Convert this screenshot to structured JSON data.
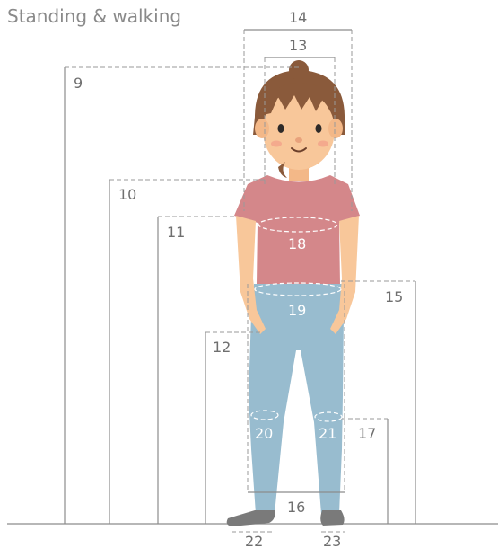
{
  "title": "Standing & walking",
  "measurements": {
    "m9": "9",
    "m10": "10",
    "m11": "11",
    "m12": "12",
    "m13": "13",
    "m14": "14",
    "m15": "15",
    "m16": "16",
    "m17": "17",
    "m18": "18",
    "m19": "19",
    "m20": "20",
    "m21": "21",
    "m22": "22",
    "m23": "23"
  },
  "colors": {
    "skin": "#f8c79a",
    "hair": "#8a5a3b",
    "shirt": "#d4878a",
    "pants": "#98bccf",
    "shoes": "#7a7a7a",
    "lines": "#8c8c8c"
  }
}
